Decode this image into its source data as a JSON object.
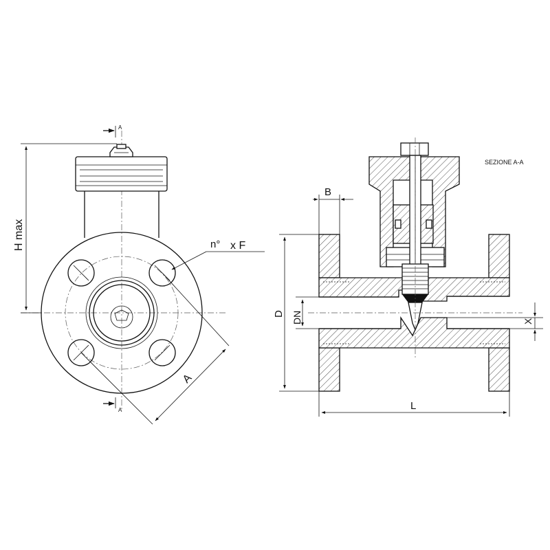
{
  "labels": {
    "section_title": "SEZIONE  A-A",
    "section_mark_top": "A",
    "section_mark_bottom": "A",
    "h_max": "H max",
    "n_symbol": "n°",
    "x_f": "x F",
    "dim_a": "A",
    "dim_b": "B",
    "dim_d": "D",
    "dim_dn": "DN",
    "dim_x": "X",
    "dim_l": "L"
  },
  "colors": {
    "line": "#111111",
    "hatch": "#222222",
    "background": "#ffffff"
  }
}
